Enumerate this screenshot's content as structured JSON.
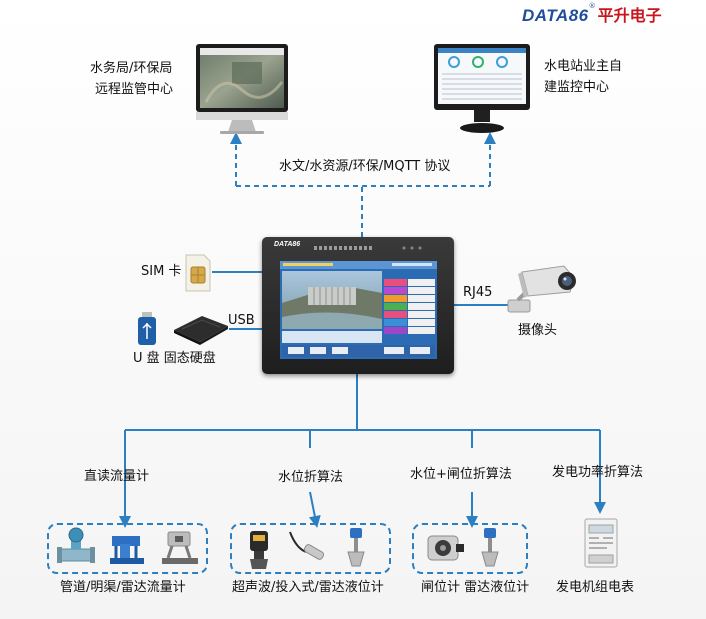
{
  "brand": {
    "latin": "DATA86",
    "reg": "®",
    "cn": "平升电子"
  },
  "labels": {
    "remote_center_line1": "水务局/环保局",
    "remote_center_line2": "远程监管中心",
    "owner_center_line1": "水电站业主自",
    "owner_center_line2": "建监控中心",
    "protocols": "水文/水资源/环保/MQTT 协议",
    "sim": "SIM 卡",
    "usb": "USB",
    "storage": "U 盘  固态硬盘",
    "rj45": "RJ45",
    "camera": "摄像头",
    "direct_flow": "直读流量计",
    "level_conv": "水位折算法",
    "level_gate_conv": "水位+闸位折算法",
    "power_conv": "发电功率折算法",
    "flowmeters": "管道/明渠/雷达流量计",
    "level_meters": "超声波/投入式/雷达液位计",
    "gate_meters": "闸位计  雷达液位计",
    "power_meter": "发电机组电表"
  },
  "hmi": {
    "brand": "DATA86"
  },
  "colors": {
    "line": "#2c7fc0",
    "brand_blue": "#1f4f9a",
    "brand_red": "#c8161d"
  },
  "icons": [
    "monitor-icon",
    "touch-panel-icon",
    "sim-card-icon",
    "usb-drive-icon",
    "ssd-icon",
    "camera-icon",
    "flowmeter-icon",
    "level-sensor-icon",
    "gate-meter-icon",
    "power-meter-icon"
  ]
}
